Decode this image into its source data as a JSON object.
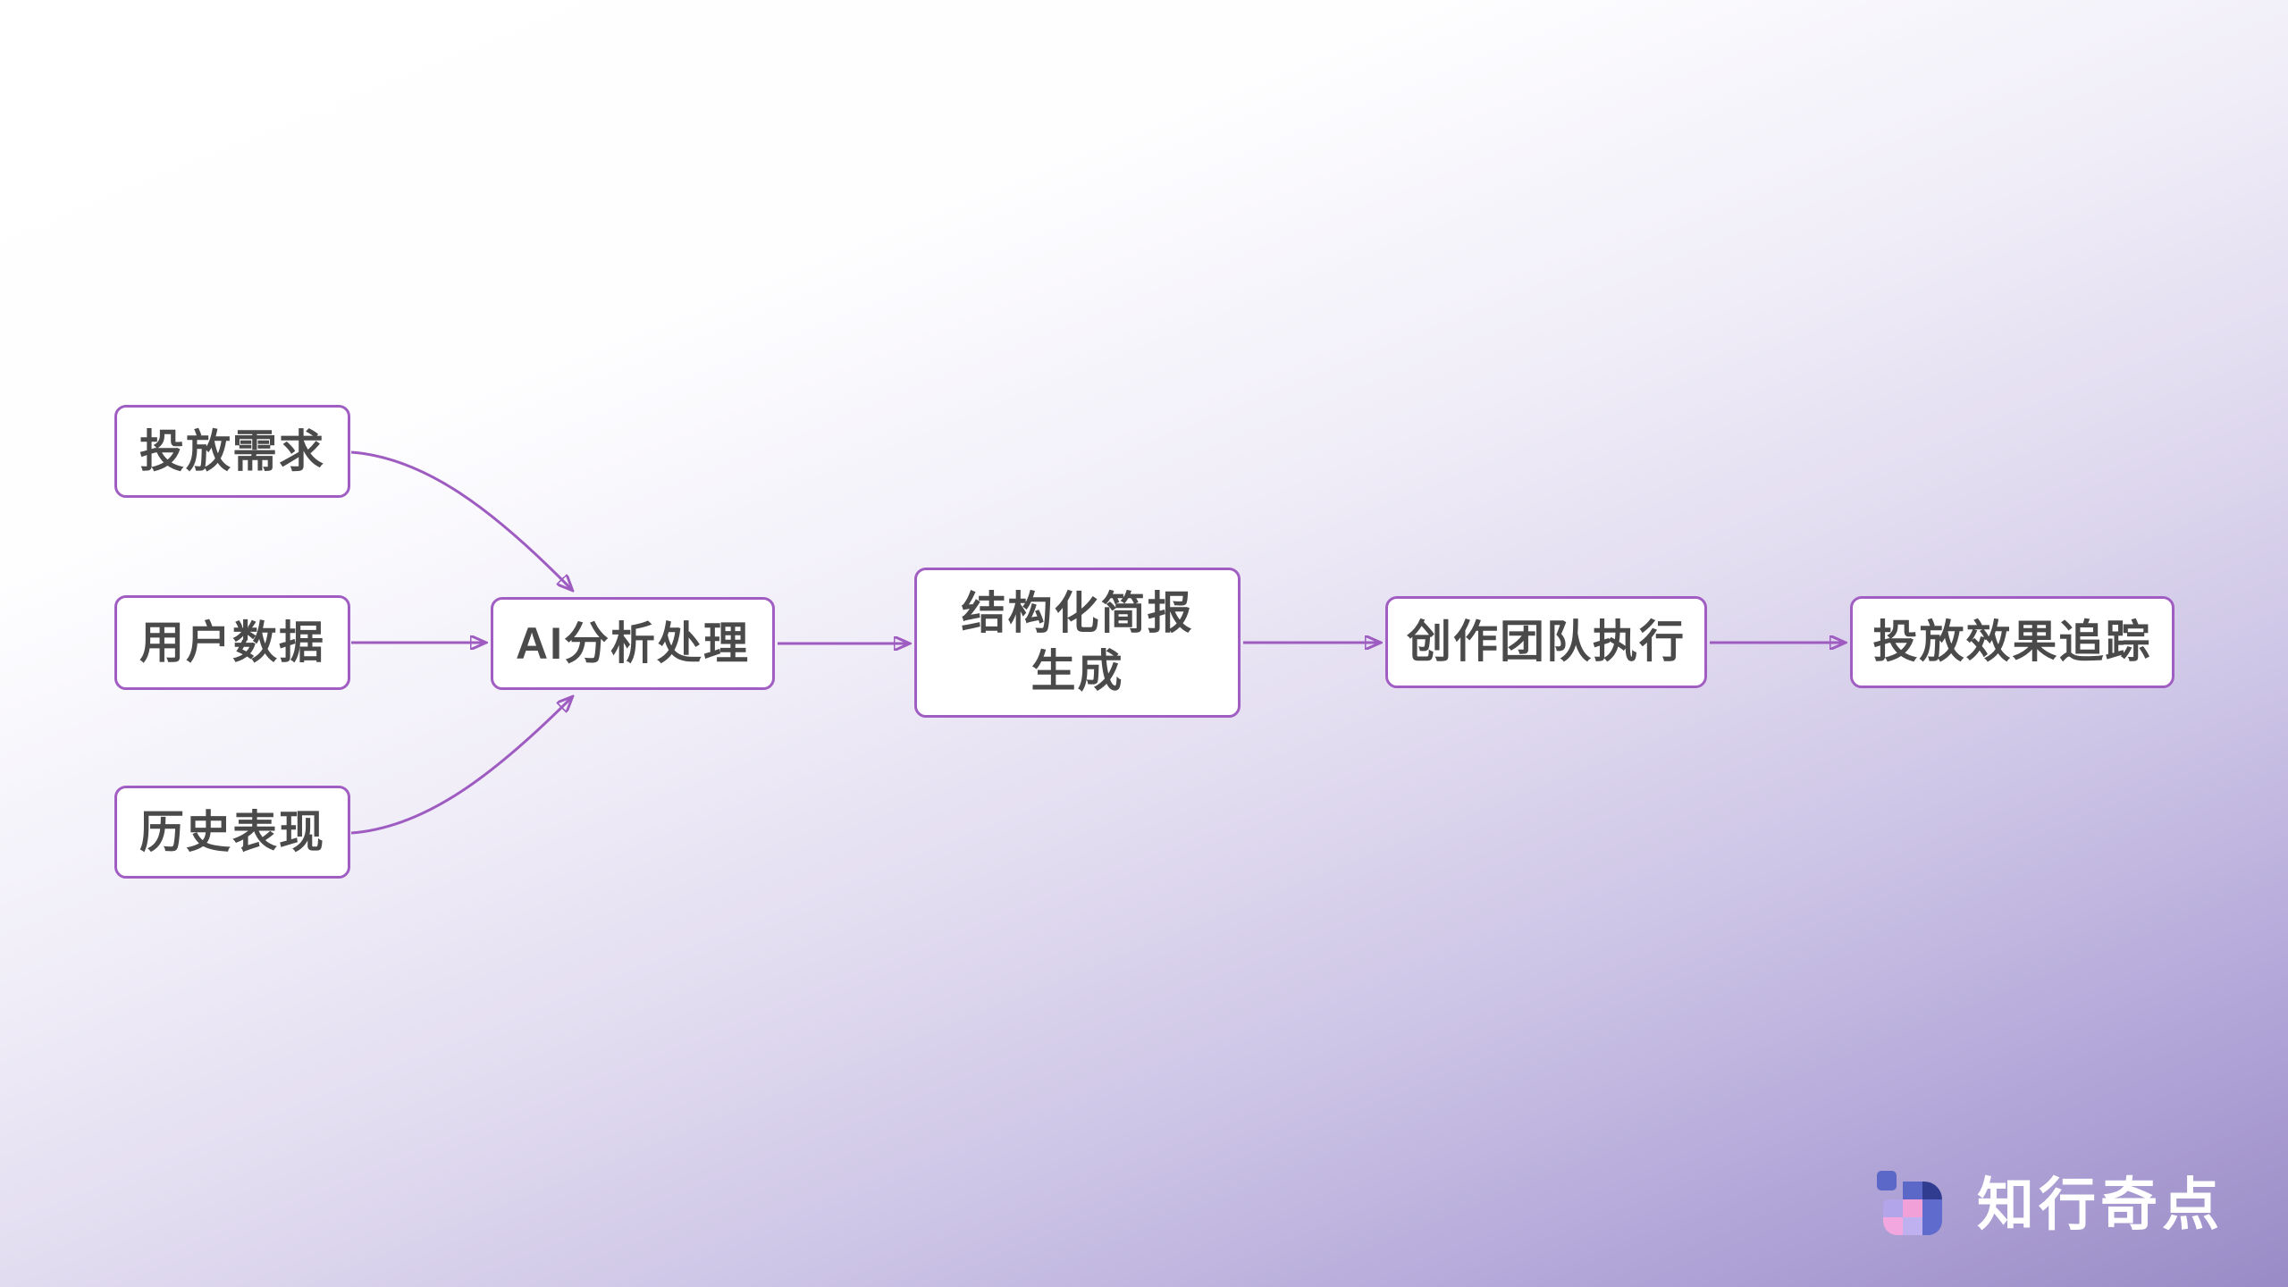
{
  "flowchart": {
    "nodes": [
      {
        "id": "demand",
        "label": "投放需求"
      },
      {
        "id": "userdata",
        "label": "用户数据"
      },
      {
        "id": "history",
        "label": "历史表现"
      },
      {
        "id": "ai",
        "label": "AI分析处理"
      },
      {
        "id": "brief",
        "label": "结构化简报生成"
      },
      {
        "id": "team",
        "label": "创作团队执行"
      },
      {
        "id": "tracking",
        "label": "投放效果追踪"
      }
    ],
    "edges": [
      {
        "from": "demand",
        "to": "ai"
      },
      {
        "from": "userdata",
        "to": "ai"
      },
      {
        "from": "history",
        "to": "ai"
      },
      {
        "from": "ai",
        "to": "brief"
      },
      {
        "from": "brief",
        "to": "team"
      },
      {
        "from": "team",
        "to": "tracking"
      }
    ]
  },
  "colors": {
    "edge_accent": "#9e5cc1",
    "node_border": "#a05ec2",
    "node_background": "#ffffff",
    "node_text": "#4a4a4a",
    "background_start": "#ffffff",
    "background_end": "#998bc6",
    "logo_text_color": "#ffffff",
    "logo_palette": {
      "blue": "#5b68c8",
      "navy": "#303c90",
      "lavender": "#b3a5ea",
      "pink": "#f2a0d8",
      "violet": "#5f6ccd"
    }
  },
  "logo": {
    "text": "知行奇点"
  }
}
